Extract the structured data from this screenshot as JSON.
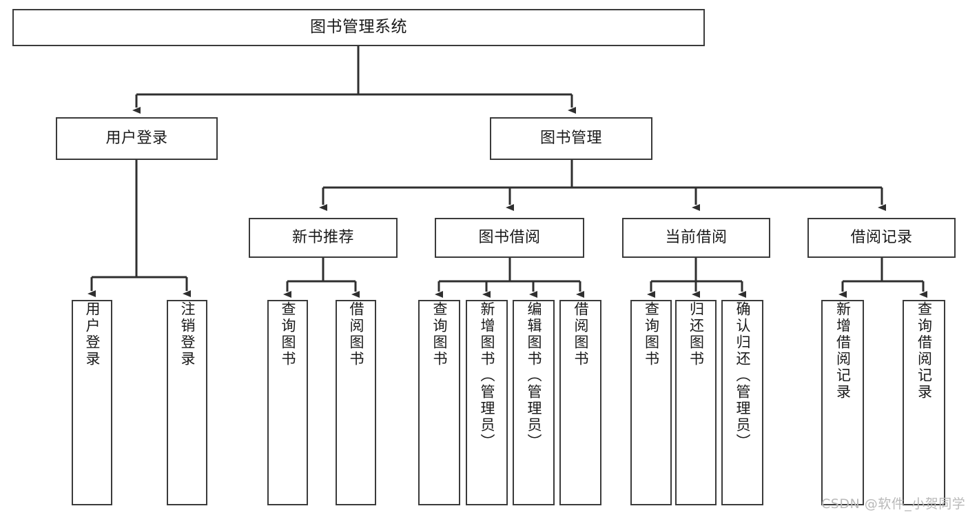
{
  "diagram": {
    "type": "tree-hierarchy-chart",
    "title": "图书管理系统",
    "orientation": "top-down",
    "colors": {
      "box_border": "#3a3a3a",
      "box_fill": "#ffffff",
      "connector": "#2f2f2f",
      "text": "#1a1a1a",
      "watermark": "#b9b9b9",
      "background": "#ffffff"
    }
  },
  "nodes": {
    "root": {
      "label": "图书管理系统",
      "level": 1
    },
    "level2": [
      {
        "id": "user-login",
        "label": "用户登录"
      },
      {
        "id": "book-management",
        "label": "图书管理"
      }
    ],
    "level3": [
      {
        "id": "new-book-recommend",
        "label": "新书推荐"
      },
      {
        "id": "book-borrow",
        "label": "图书借阅"
      },
      {
        "id": "current-borrow",
        "label": "当前借阅"
      },
      {
        "id": "borrow-record",
        "label": "借阅记录"
      }
    ],
    "leaves": {
      "user-login": [
        {
          "id": "leaf-user-login",
          "label": "用户登录"
        },
        {
          "id": "leaf-logout",
          "label": "注销登录"
        }
      ],
      "new-book-recommend": [
        {
          "id": "leaf-query-book-1",
          "label": "查询图书"
        },
        {
          "id": "leaf-borrow-book-1",
          "label": "借阅图书"
        }
      ],
      "book-borrow": [
        {
          "id": "leaf-query-book-2",
          "label": "查询图书"
        },
        {
          "id": "leaf-add-book",
          "label": "新增图书（管理员）"
        },
        {
          "id": "leaf-edit-book",
          "label": "编辑图书（管理员）"
        },
        {
          "id": "leaf-borrow-book-2",
          "label": "借阅图书"
        }
      ],
      "current-borrow": [
        {
          "id": "leaf-query-book-3",
          "label": "查询图书"
        },
        {
          "id": "leaf-return-book",
          "label": "归还图书"
        },
        {
          "id": "leaf-confirm-return",
          "label": "确认归还（管理员）"
        }
      ],
      "borrow-record": [
        {
          "id": "leaf-add-record",
          "label": "新增借阅记录"
        },
        {
          "id": "leaf-query-record",
          "label": "查询借阅记录"
        }
      ]
    }
  },
  "watermark": {
    "text": "CSDN @软件_小贺同学"
  }
}
